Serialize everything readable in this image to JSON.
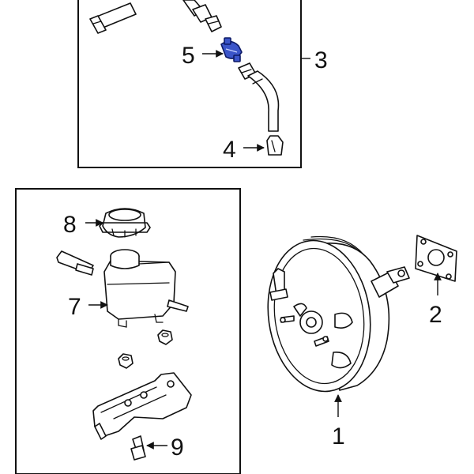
{
  "callouts": {
    "c1": "1",
    "c2": "2",
    "c3": "3",
    "c4": "4",
    "c5": "5",
    "c7": "7",
    "c8": "8",
    "c9": "9"
  },
  "colors": {
    "line": "#111111",
    "background": "#ffffff",
    "highlight_part": "#3b55c9"
  },
  "highlighted_part": "5"
}
